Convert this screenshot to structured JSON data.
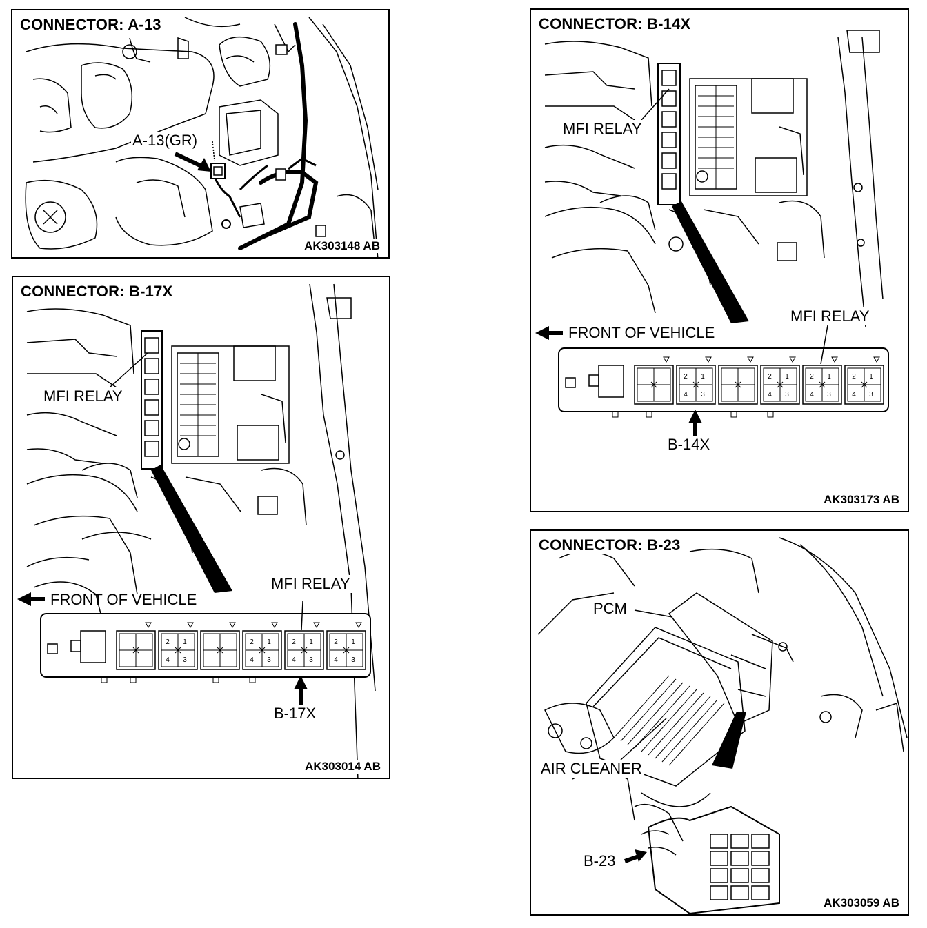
{
  "panels": {
    "a13": {
      "title": "CONNECTOR: A-13",
      "pointer": "A-13(GR)",
      "code": "AK303148 AB"
    },
    "b17x": {
      "title": "CONNECTOR: B-17X",
      "relay_upper": "MFI RELAY",
      "relay_lower": "MFI RELAY",
      "front": "FRONT OF VEHICLE",
      "pointer": "B-17X",
      "code": "AK303014 AB",
      "pins": [
        "2",
        "1",
        "4",
        "3"
      ]
    },
    "b14x": {
      "title": "CONNECTOR: B-14X",
      "relay_upper": "MFI RELAY",
      "relay_lower": "MFI RELAY",
      "front": "FRONT OF VEHICLE",
      "pointer": "B-14X",
      "code": "AK303173 AB",
      "pins": [
        "2",
        "1",
        "4",
        "3"
      ]
    },
    "b23": {
      "title": "CONNECTOR: B-23",
      "pcm": "PCM",
      "air_cleaner": "AIR CLEANER",
      "pointer": "B-23",
      "code": "AK303059 AB"
    }
  }
}
